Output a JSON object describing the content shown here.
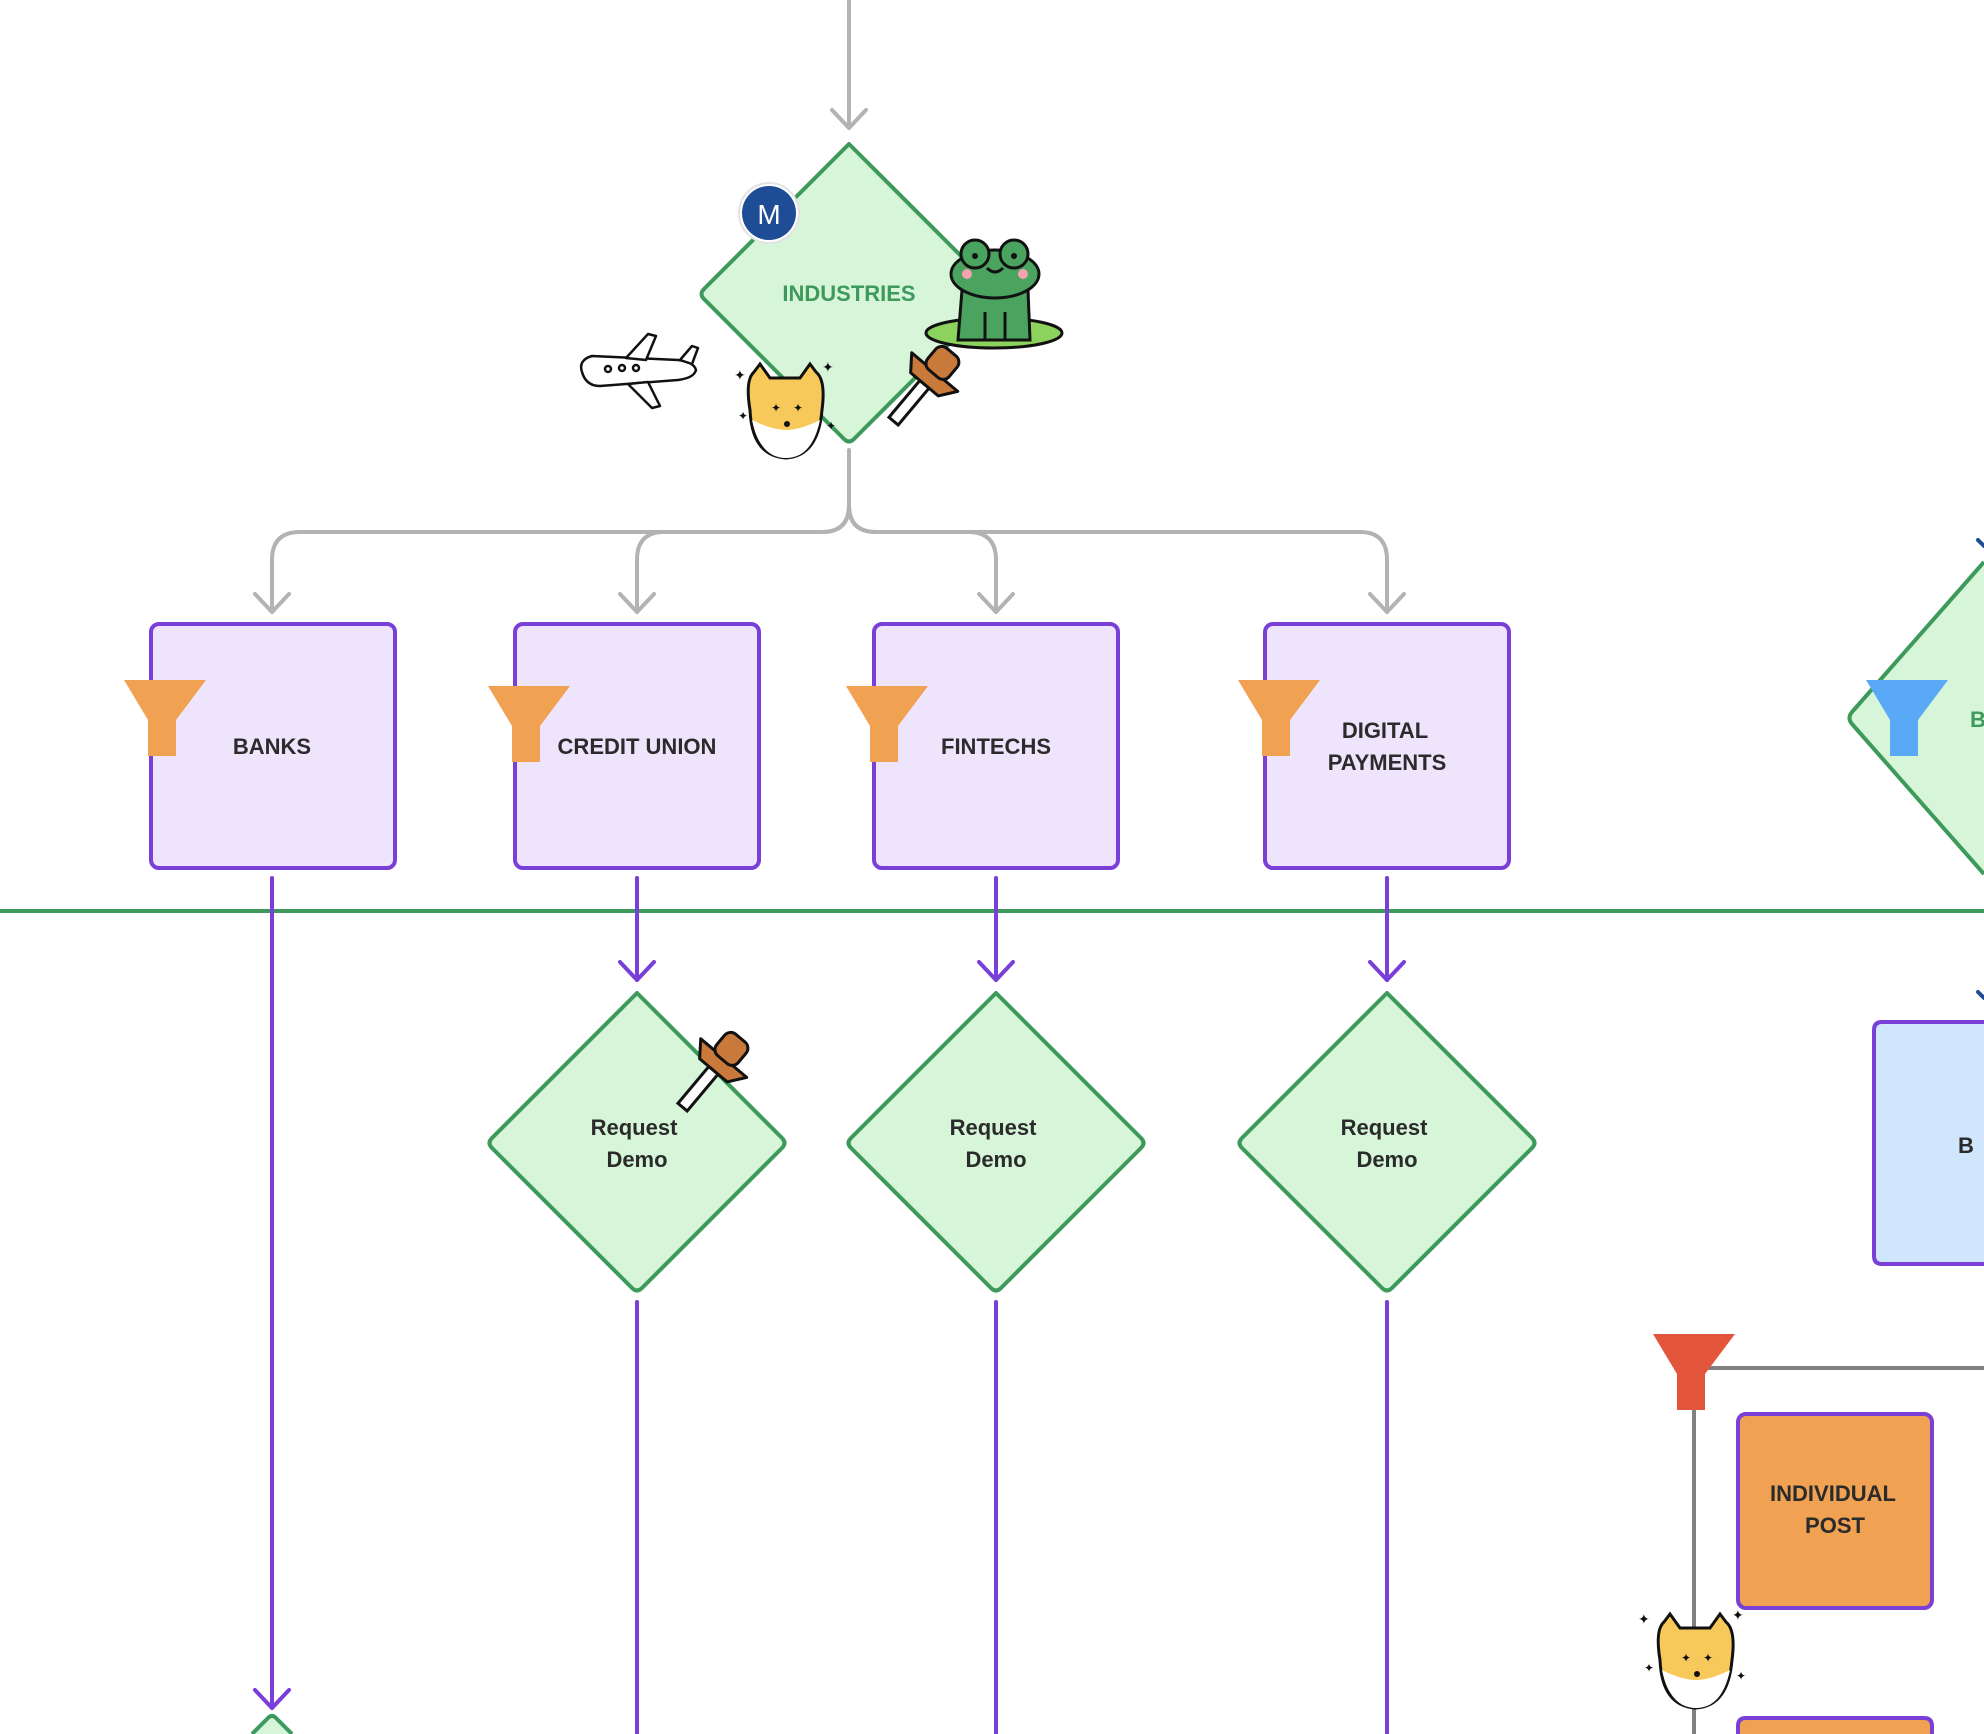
{
  "colors": {
    "connector_gray": "#b3b3b3",
    "connector_dark_gray": "#808080",
    "purple": "#7a3fd6",
    "purple_fill": "#eee4fc",
    "green": "#3d9a5b",
    "green_fill": "#d6f5d9",
    "green_text": "#3d9a5b",
    "blue_fill": "#cfe6fd",
    "blue_funnel": "#5aa9f7",
    "orange": "#f1a152",
    "red_funnel": "#e3553a",
    "avatar_blue": "#1f4d95",
    "text_dark": "#2b2b2b",
    "pin_brown": "#c97a3a",
    "frog_green": "#4aa35f",
    "lilypad_green": "#8bd35d",
    "cat_yellow": "#f7c95a"
  },
  "decision": {
    "industries": {
      "label": "INDUSTRIES"
    },
    "request_demo_1": {
      "line1": "Request",
      "line2": "Demo"
    },
    "request_demo_2": {
      "line1": "Request",
      "line2": "Demo"
    },
    "request_demo_3": {
      "line1": "Request",
      "line2": "Demo"
    },
    "right_partial": {
      "label": "B"
    }
  },
  "segments": {
    "banks": {
      "label": "BANKS"
    },
    "credit_union": {
      "label": "CREDIT UNION"
    },
    "fintechs": {
      "label": "FINTECHS"
    },
    "digital_payments": {
      "line1": "DIGITAL",
      "line2": "PAYMENTS"
    },
    "right_blue_box": {
      "label": "B"
    }
  },
  "posts": {
    "individual_post": {
      "line1": "INDIVIDUAL",
      "line2": "POST"
    }
  },
  "avatar": {
    "initial": "M"
  },
  "icons": {
    "funnel": "funnel-icon",
    "pushpin": "pushpin-sticker",
    "frog": "frog-sticker",
    "cat": "cat-sticker",
    "airplane": "airplane-sticker"
  }
}
